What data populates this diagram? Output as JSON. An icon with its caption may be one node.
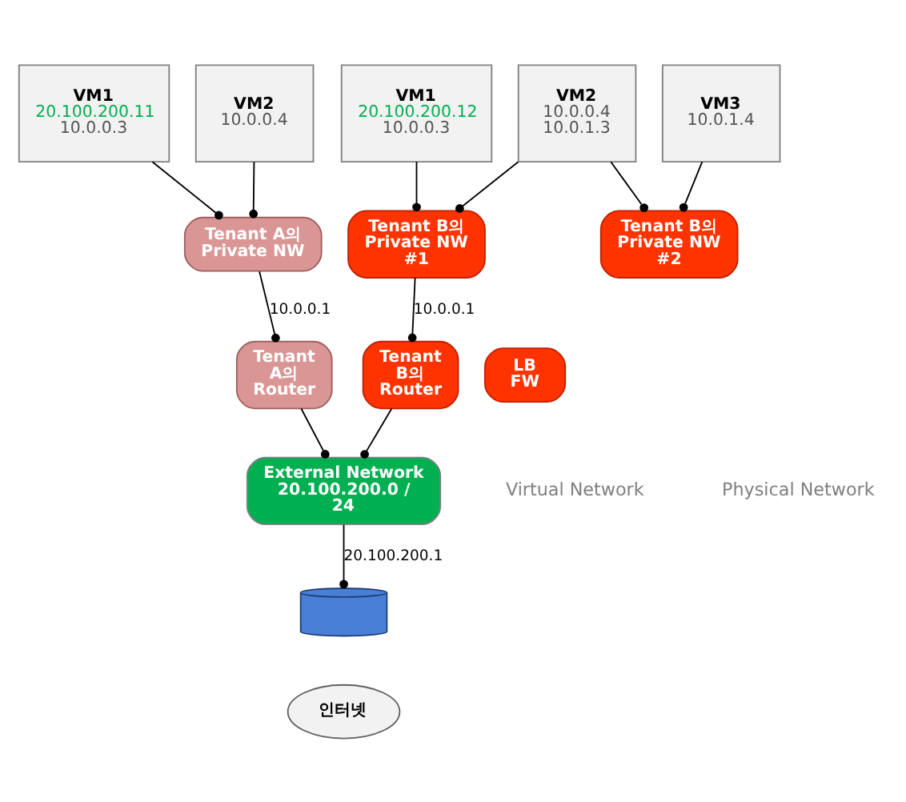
{
  "diagram": {
    "nodes": [
      {
        "text": [
          "VM1",
          "20.100.200.11",
          "10.0.0.3"
        ]
      },
      {
        "text": [
          "VM2",
          "10.0.0.4"
        ]
      },
      {
        "text": [
          "VM1",
          "20.100.200.12",
          "10.0.0.3"
        ]
      },
      {
        "text": [
          "VM2",
          "10.0.0.4 10.0.1.3"
        ]
      },
      {
        "text": [
          "VM3",
          "10.0.1.4"
        ]
      },
      {
        "text": [
          "Tenant A의 Private NW"
        ]
      },
      {
        "text": [
          "Tenant B의 Private NW #1"
        ]
      },
      {
        "text": [
          "Tenant B의 Private NW #2"
        ]
      },
      {
        "text": [
          "Tenant A의 Router"
        ]
      },
      {
        "text": [
          "Tenant B의 Router"
        ]
      },
      {
        "text": [
          "LB FW"
        ]
      },
      {
        "text": [
          "External Network 20.100.200.0 / 24"
        ]
      },
      {
        "text": [],
        "shape": "cylinder"
      },
      {
        "text": [
          "인터넷"
        ]
      }
    ],
    "edges": [
      {
        "from": 0,
        "to": 5,
        "arrow": "other"
      },
      {
        "from": 1,
        "to": 5,
        "arrow": "other"
      },
      {
        "from": 2,
        "to": 6,
        "arrow": "other"
      },
      {
        "from": 3,
        "to": 6,
        "arrow": "other"
      },
      {
        "from": 3,
        "to": 7,
        "arrow": "other"
      },
      {
        "from": 4,
        "to": 7,
        "arrow": "other"
      },
      {
        "from": 5,
        "to": 8,
        "arrow": "other",
        "label": "10.0.0.1"
      },
      {
        "from": 6,
        "to": 9,
        "arrow": "other",
        "label": "10.0.0.1"
      },
      {
        "from": 8,
        "to": 11,
        "arrow": "other"
      },
      {
        "from": 9,
        "to": 11,
        "arrow": "other"
      },
      {
        "from": 11,
        "to": 12,
        "arrow": "other",
        "label": "20.100.200.1"
      }
    ],
    "labels": [
      "Virtual Network",
      "Physical Network"
    ]
  }
}
